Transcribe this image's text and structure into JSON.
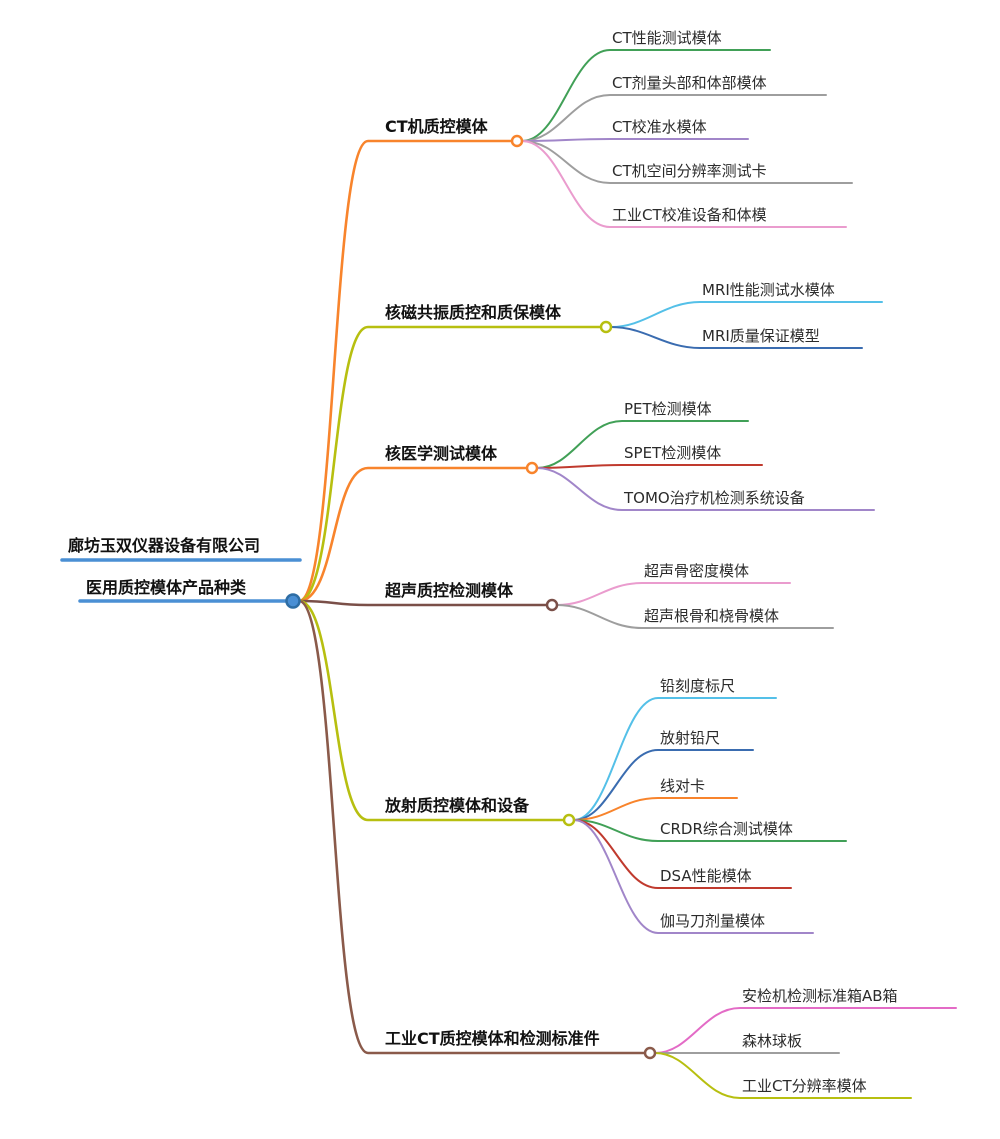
{
  "root": {
    "company": "廊坊玉双仪器设备有限公司",
    "product": "医用质控模体产品种类",
    "color": "#4a8fd4",
    "color_dark": "#2e6da4"
  },
  "branches": [
    {
      "label": "CT机质控模体",
      "color": "#f8842c",
      "children": [
        {
          "label": "CT性能测试模体",
          "color": "#41a057"
        },
        {
          "label": "CT剂量头部和体部模体",
          "color": "#9e9e9e"
        },
        {
          "label": "CT校准水模体",
          "color": "#a186c9"
        },
        {
          "label": "CT机空间分辨率测试卡",
          "color": "#9e9e9e"
        },
        {
          "label": "工业CT校准设备和体模",
          "color": "#ea9cce"
        }
      ]
    },
    {
      "label": "核磁共振质控和质保模体",
      "color": "#b7bf10",
      "children": [
        {
          "label": "MRI性能测试水模体",
          "color": "#54c0e8"
        },
        {
          "label": "MRI质量保证模型",
          "color": "#3a6cb0"
        }
      ]
    },
    {
      "label": "核医学测试模体",
      "color": "#f8842c",
      "children": [
        {
          "label": "PET检测模体",
          "color": "#41a057"
        },
        {
          "label": "SPET检测模体",
          "color": "#c03a2e"
        },
        {
          "label": "TOMO治疗机检测系统设备",
          "color": "#a186c9"
        }
      ]
    },
    {
      "label": "超声质控检测模体",
      "color": "#7a4f48",
      "children": [
        {
          "label": "超声骨密度模体",
          "color": "#ea9cce"
        },
        {
          "label": "超声根骨和桡骨模体",
          "color": "#9e9e9e"
        }
      ]
    },
    {
      "label": "放射质控模体和设备",
      "color": "#b7bf10",
      "children": [
        {
          "label": "铅刻度标尺",
          "color": "#54c0e8"
        },
        {
          "label": "放射铅尺",
          "color": "#3a6cb0"
        },
        {
          "label": "线对卡",
          "color": "#f8842c"
        },
        {
          "label": "CRDR综合测试模体",
          "color": "#41a057"
        },
        {
          "label": "DSA性能模体",
          "color": "#c03a2e"
        },
        {
          "label": "伽马刀剂量模体",
          "color": "#a186c9"
        }
      ]
    },
    {
      "label": "工业CT质控模体和检测标准件",
      "color": "#8a5a4a",
      "children": [
        {
          "label": "安检机检测标准箱AB箱",
          "color": "#e36bc6"
        },
        {
          "label": "森林球板",
          "color": "#9e9e9e"
        },
        {
          "label": "工业CT分辨率模体",
          "color": "#b7bf10"
        }
      ]
    }
  ]
}
